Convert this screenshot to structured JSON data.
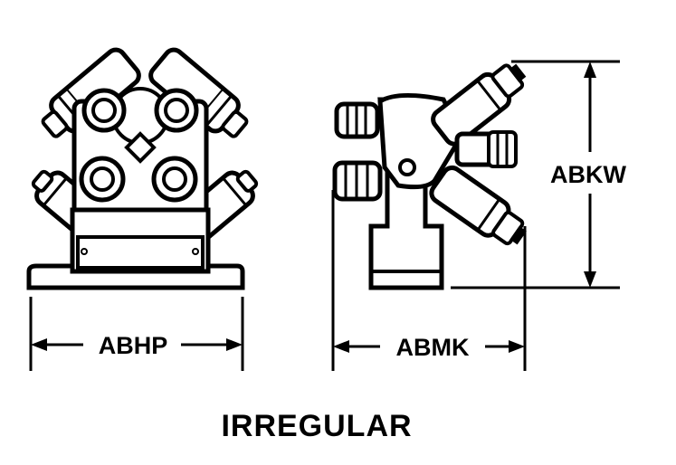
{
  "dimensions": {
    "left_width": "ABHP",
    "right_width": "ABMK",
    "right_height": "ABKW"
  },
  "caption": "IRREGULAR",
  "colors": {
    "ink": "#000000",
    "background": "#ffffff"
  }
}
